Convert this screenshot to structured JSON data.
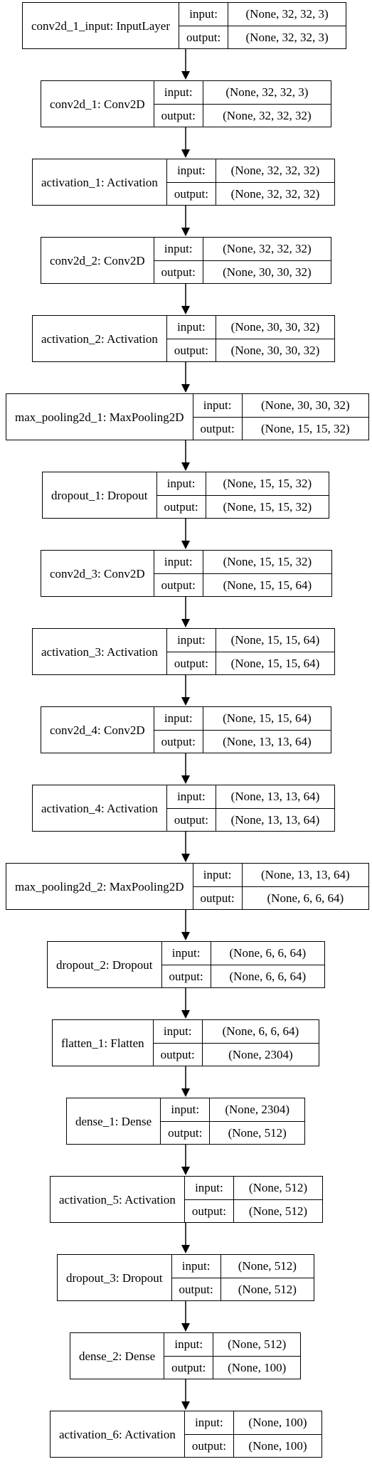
{
  "diagram": {
    "nodes": [
      {
        "name": "conv2d_1_input: InputLayer",
        "input_label": "input:",
        "output_label": "output:",
        "input": "(None, 32, 32, 3)",
        "output": "(None, 32, 32, 3)"
      },
      {
        "name": "conv2d_1: Conv2D",
        "input_label": "input:",
        "output_label": "output:",
        "input": "(None, 32, 32, 3)",
        "output": "(None, 32, 32, 32)"
      },
      {
        "name": "activation_1: Activation",
        "input_label": "input:",
        "output_label": "output:",
        "input": "(None, 32, 32, 32)",
        "output": "(None, 32, 32, 32)"
      },
      {
        "name": "conv2d_2: Conv2D",
        "input_label": "input:",
        "output_label": "output:",
        "input": "(None, 32, 32, 32)",
        "output": "(None, 30, 30, 32)"
      },
      {
        "name": "activation_2: Activation",
        "input_label": "input:",
        "output_label": "output:",
        "input": "(None, 30, 30, 32)",
        "output": "(None, 30, 30, 32)"
      },
      {
        "name": "max_pooling2d_1: MaxPooling2D",
        "input_label": "input:",
        "output_label": "output:",
        "input": "(None, 30, 30, 32)",
        "output": "(None, 15, 15, 32)"
      },
      {
        "name": "dropout_1: Dropout",
        "input_label": "input:",
        "output_label": "output:",
        "input": "(None, 15, 15, 32)",
        "output": "(None, 15, 15, 32)"
      },
      {
        "name": "conv2d_3: Conv2D",
        "input_label": "input:",
        "output_label": "output:",
        "input": "(None, 15, 15, 32)",
        "output": "(None, 15, 15, 64)"
      },
      {
        "name": "activation_3: Activation",
        "input_label": "input:",
        "output_label": "output:",
        "input": "(None, 15, 15, 64)",
        "output": "(None, 15, 15, 64)"
      },
      {
        "name": "conv2d_4: Conv2D",
        "input_label": "input:",
        "output_label": "output:",
        "input": "(None, 15, 15, 64)",
        "output": "(None, 13, 13, 64)"
      },
      {
        "name": "activation_4: Activation",
        "input_label": "input:",
        "output_label": "output:",
        "input": "(None, 13, 13, 64)",
        "output": "(None, 13, 13, 64)"
      },
      {
        "name": "max_pooling2d_2: MaxPooling2D",
        "input_label": "input:",
        "output_label": "output:",
        "input": "(None, 13, 13, 64)",
        "output": "(None, 6, 6, 64)"
      },
      {
        "name": "dropout_2: Dropout",
        "input_label": "input:",
        "output_label": "output:",
        "input": "(None, 6, 6, 64)",
        "output": "(None, 6, 6, 64)"
      },
      {
        "name": "flatten_1: Flatten",
        "input_label": "input:",
        "output_label": "output:",
        "input": "(None, 6, 6, 64)",
        "output": "(None, 2304)"
      },
      {
        "name": "dense_1: Dense",
        "input_label": "input:",
        "output_label": "output:",
        "input": "(None, 2304)",
        "output": "(None, 512)"
      },
      {
        "name": "activation_5: Activation",
        "input_label": "input:",
        "output_label": "output:",
        "input": "(None, 512)",
        "output": "(None, 512)"
      },
      {
        "name": "dropout_3: Dropout",
        "input_label": "input:",
        "output_label": "output:",
        "input": "(None, 512)",
        "output": "(None, 512)"
      },
      {
        "name": "dense_2: Dense",
        "input_label": "input:",
        "output_label": "output:",
        "input": "(None, 512)",
        "output": "(None, 100)"
      },
      {
        "name": "activation_6: Activation",
        "input_label": "input:",
        "output_label": "output:",
        "input": "(None, 100)",
        "output": "(None, 100)"
      }
    ]
  }
}
